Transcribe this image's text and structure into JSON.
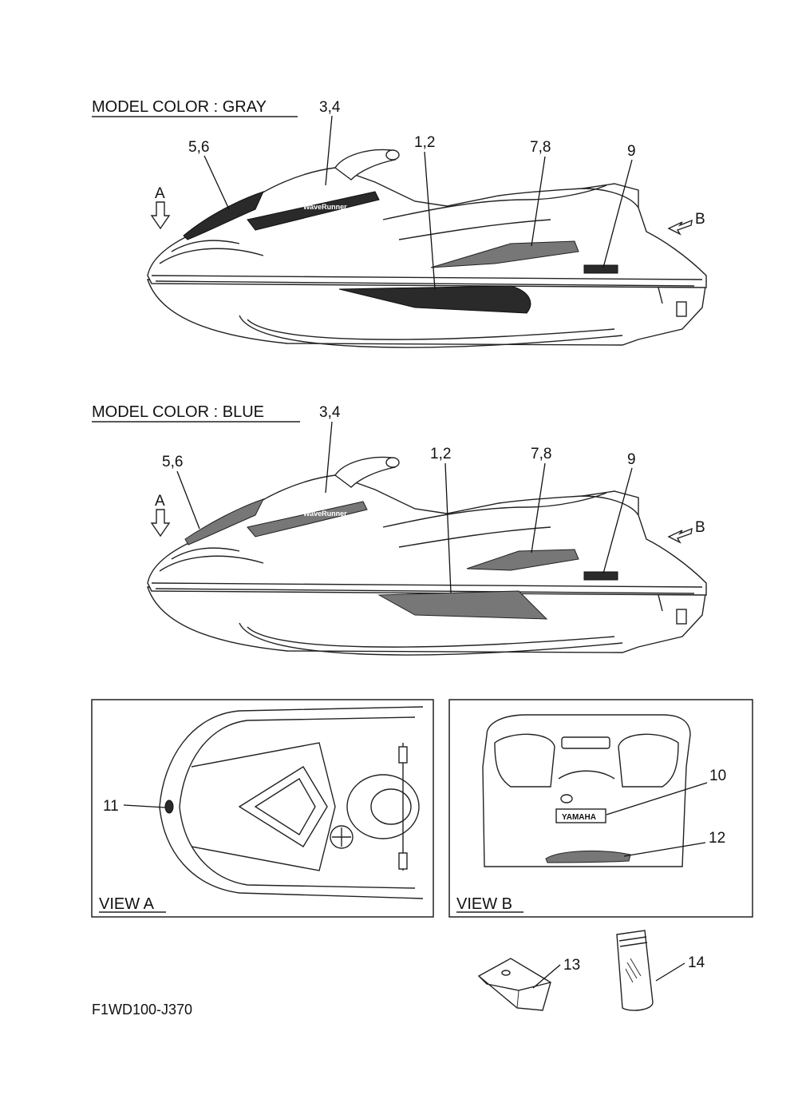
{
  "sections": {
    "gray_title": "MODEL COLOR : GRAY",
    "blue_title": "MODEL COLOR : BLUE",
    "view_a_title": "VIEW A",
    "view_b_title": "VIEW B"
  },
  "callouts": {
    "gray": {
      "p1_2": "1,2",
      "p3_4": "3,4",
      "p5_6": "5,6",
      "p7_8": "7,8",
      "p9": "9",
      "arrow_a": "A",
      "arrow_b": "B"
    },
    "blue": {
      "p1_2": "1,2",
      "p3_4": "3,4",
      "p5_6": "5,6",
      "p7_8": "7,8",
      "p9": "9",
      "arrow_a": "A",
      "arrow_b": "B"
    },
    "view_a": {
      "p11": "11"
    },
    "view_b": {
      "p10": "10",
      "p12": "12",
      "badge": "YAMAHA"
    },
    "loose": {
      "p13": "13",
      "p14": "14"
    }
  },
  "decal_text": {
    "yamaha_badge": "YAMAHA",
    "waverunner": "WaveRunner"
  },
  "diagram_code": "F1WD100-J370"
}
